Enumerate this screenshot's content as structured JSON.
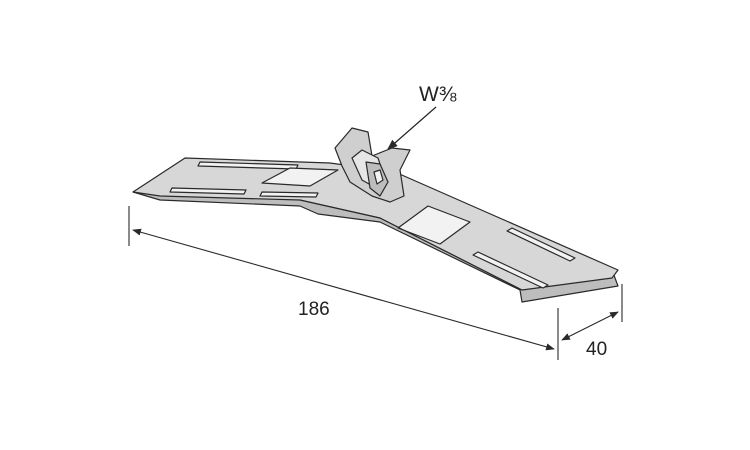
{
  "diagram": {
    "thread_label": "W⅜",
    "length_label": "186",
    "width_label": "40",
    "colors": {
      "outline": "#2a2a2a",
      "plate_fill": "#d7d7d7",
      "plate_shade": "#bdbdbd",
      "slot_fill": "#f2f2f2",
      "background": "#ffffff"
    }
  }
}
